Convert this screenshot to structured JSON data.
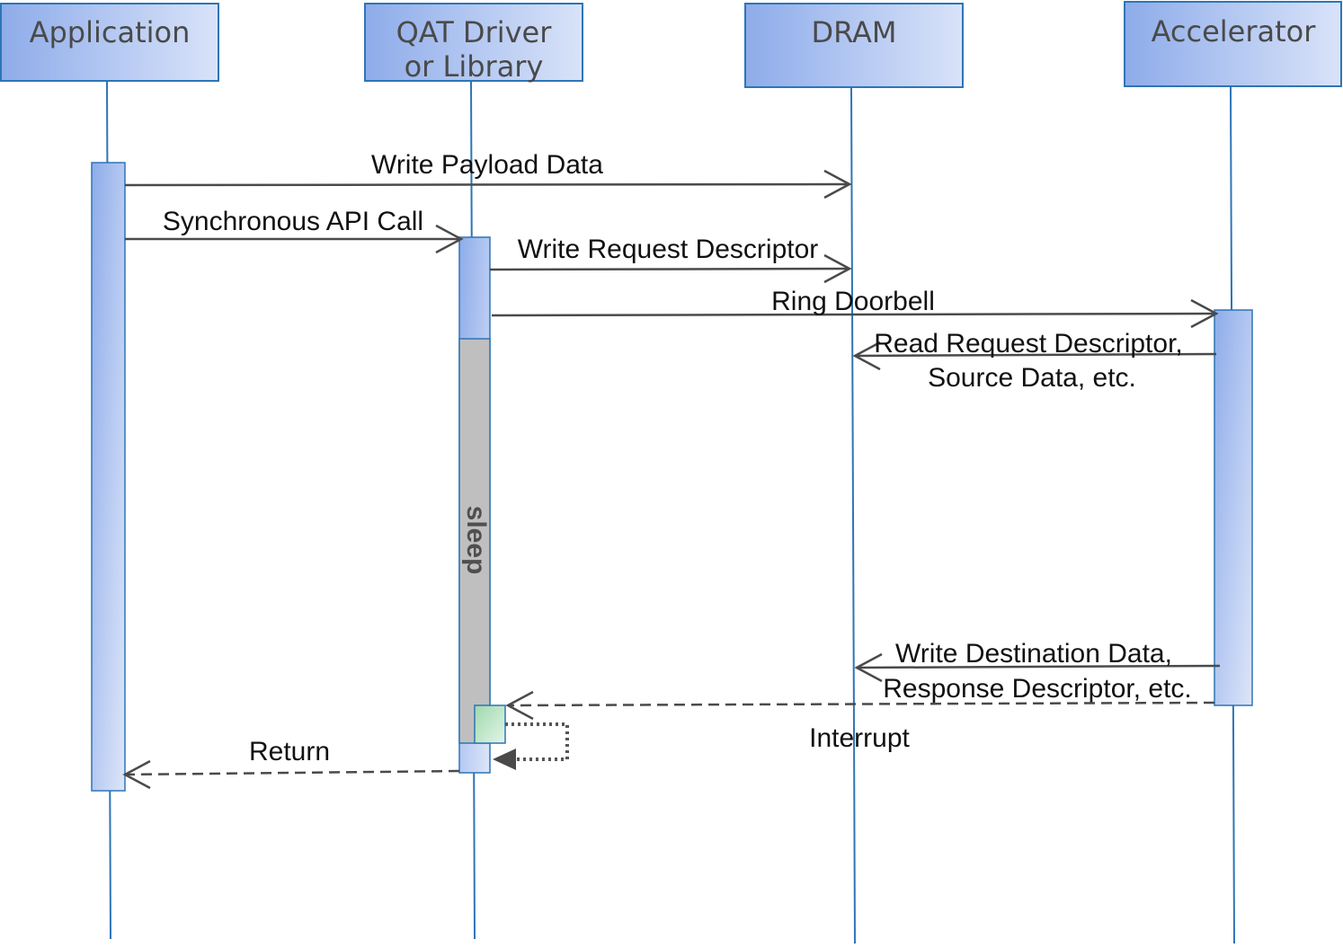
{
  "participants": [
    {
      "id": "application",
      "line1": "Application",
      "line2": ""
    },
    {
      "id": "qat",
      "line1": "QAT Driver",
      "line2": "or Library"
    },
    {
      "id": "dram",
      "line1": "DRAM",
      "line2": ""
    },
    {
      "id": "accelerator",
      "line1": "Accelerator",
      "line2": ""
    }
  ],
  "messages": {
    "write_payload": "Write Payload Data",
    "sync_api_call": "Synchronous API Call",
    "write_request_descriptor": "Write Request Descriptor",
    "ring_doorbell": "Ring Doorbell",
    "read_request_line1": "Read Request Descriptor,",
    "read_request_line2": "Source Data, etc.",
    "write_dest_line1": "Write Destination Data,",
    "write_dest_line2": "Response Descriptor, etc.",
    "interrupt": "Interrupt",
    "return": "Return"
  },
  "sleep_label": "sleep",
  "colors": {
    "header_border": "#2e75b6",
    "lifeline": "#2e75b6",
    "activation_dark": "#8eacea",
    "activation_light": "#d7e2f8",
    "sleep_fill": "#bfbfbf",
    "arrow": "#4a4a4a",
    "callback_green": "#bfe6c8"
  }
}
